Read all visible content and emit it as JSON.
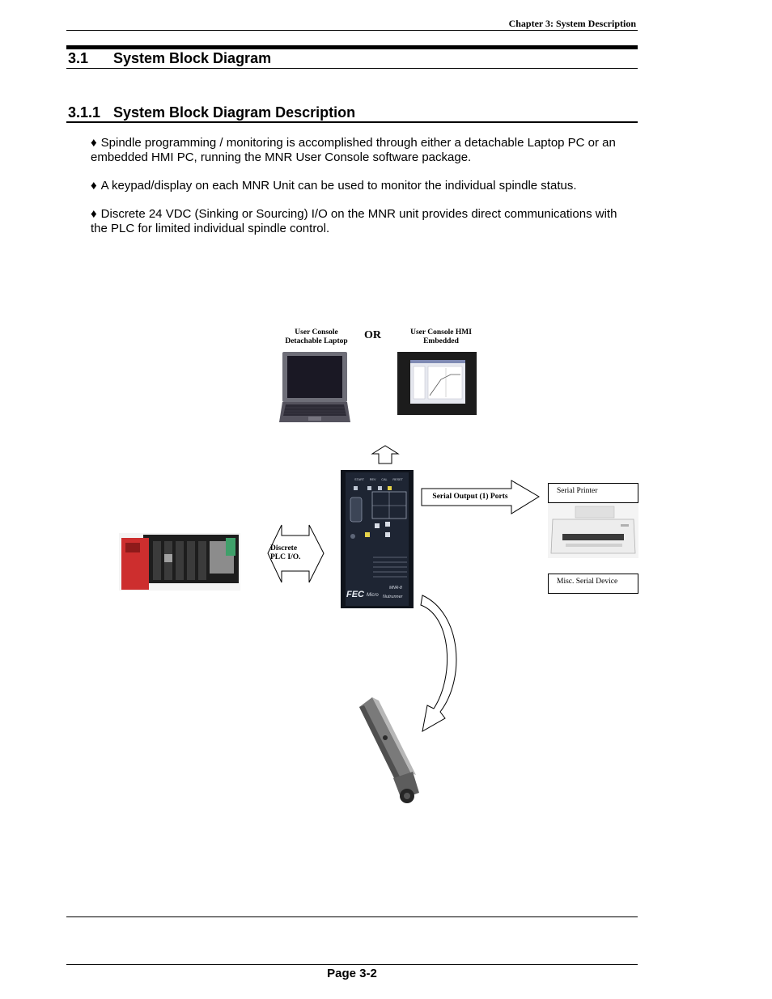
{
  "header": {
    "chapter": "Chapter 3: System Description"
  },
  "section": {
    "number": "3.1",
    "title": "System Block Diagram"
  },
  "subsection": {
    "number": "3.1.1",
    "title": "System Block Diagram Description"
  },
  "bullets": [
    {
      "symbol": "♦",
      "text": "Spindle programming / monitoring is accomplished through either a detachable Laptop PC or an embedded HMI PC, running the MNR User Console software package."
    },
    {
      "symbol": "♦",
      "text": "A keypad/display on each MNR Unit can be used to monitor the individual spindle status."
    },
    {
      "symbol": "♦",
      "text": "Discrete 24 VDC (Sinking or Sourcing) I/O on the MNR unit provides direct communications with the PLC for limited individual spindle control."
    }
  ],
  "diagram": {
    "laptop_label_1": "User Console",
    "laptop_label_2": "Detachable Laptop",
    "or_label": "OR",
    "hmi_label_1": "User Console HMI",
    "hmi_label_2": "Embedded",
    "serial_output_label": "Serial Output (1) Ports",
    "serial_printer_label": "Serial Printer",
    "misc_serial_label": "Misc. Serial Device",
    "plc_io_label_1": "Discrete",
    "plc_io_label_2": "PLC I/O.",
    "unit": {
      "keys": [
        "START",
        "REV",
        "CAL",
        "RESET"
      ],
      "brand": "FEC",
      "brand_word": "Micro",
      "model": "MNR-8",
      "product": "Nutrunner"
    }
  },
  "footer": {
    "page": "Page 3-2"
  }
}
